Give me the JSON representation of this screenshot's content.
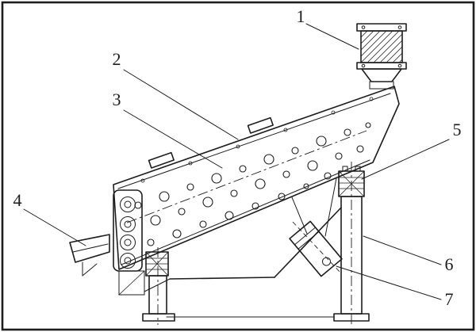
{
  "figure": {
    "background": "#ffffff",
    "line_color": "#1d1d1d",
    "kind": "technical line drawing of an inclined vibrating screen with numbered parts"
  },
  "callouts": [
    {
      "label": "1",
      "target": "feed-inlet"
    },
    {
      "label": "2",
      "target": "screen-cover-edge"
    },
    {
      "label": "3",
      "target": "screen-deck"
    },
    {
      "label": "4",
      "target": "discharge-chute"
    },
    {
      "label": "5",
      "target": "right-spring-mount"
    },
    {
      "label": "6",
      "target": "right-support-leg"
    },
    {
      "label": "7",
      "target": "vibration-motor"
    }
  ]
}
